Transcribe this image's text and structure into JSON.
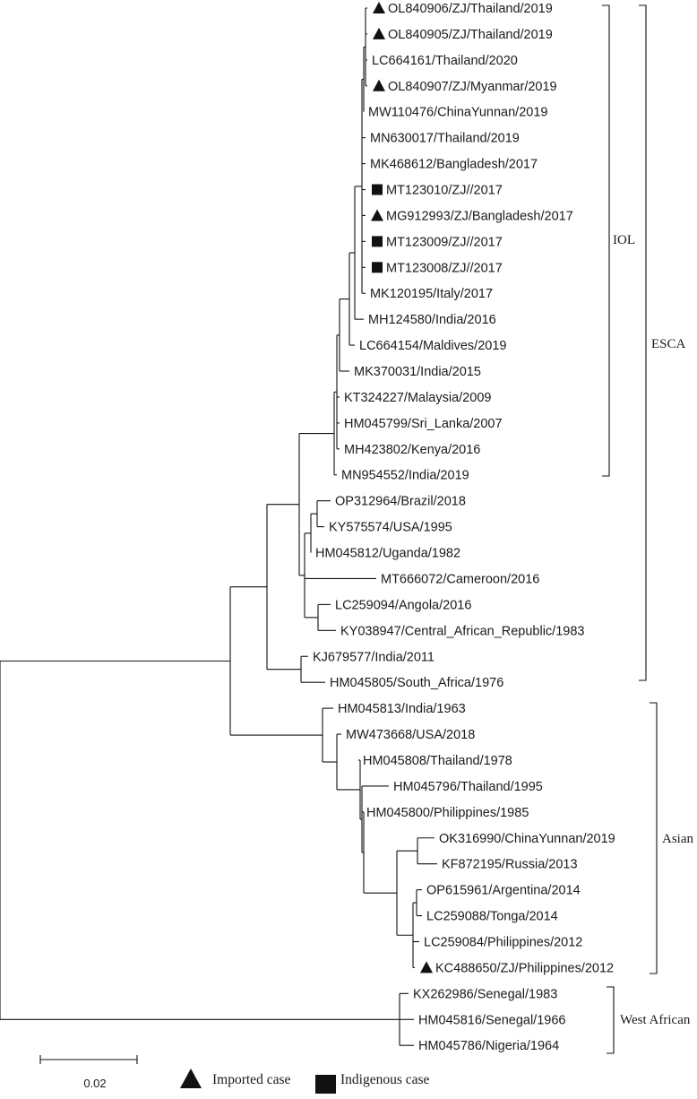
{
  "leaves": [
    {
      "label": "OL840906/ZJ/Thailand/2019",
      "marker": "triangle"
    },
    {
      "label": "OL840905/ZJ/Thailand/2019",
      "marker": "triangle"
    },
    {
      "label": "LC664161/Thailand/2020",
      "marker": ""
    },
    {
      "label": "OL840907/ZJ/Myanmar/2019",
      "marker": "triangle"
    },
    {
      "label": "MW110476/ChinaYunnan/2019",
      "marker": ""
    },
    {
      "label": "MN630017/Thailand/2019",
      "marker": ""
    },
    {
      "label": "MK468612/Bangladesh/2017",
      "marker": ""
    },
    {
      "label": "MT123010/ZJ//2017",
      "marker": "square"
    },
    {
      "label": "MG912993/ZJ/Bangladesh/2017",
      "marker": "triangle"
    },
    {
      "label": "MT123009/ZJ//2017",
      "marker": "square"
    },
    {
      "label": "MT123008/ZJ//2017",
      "marker": "square"
    },
    {
      "label": "MK120195/Italy/2017",
      "marker": ""
    },
    {
      "label": "MH124580/India/2016",
      "marker": ""
    },
    {
      "label": "LC664154/Maldives/2019",
      "marker": ""
    },
    {
      "label": "MK370031/India/2015",
      "marker": ""
    },
    {
      "label": "KT324227/Malaysia/2009",
      "marker": ""
    },
    {
      "label": "HM045799/Sri_Lanka/2007",
      "marker": ""
    },
    {
      "label": "MH423802/Kenya/2016",
      "marker": ""
    },
    {
      "label": "MN954552/India/2019",
      "marker": ""
    },
    {
      "label": "OP312964/Brazil/2018",
      "marker": ""
    },
    {
      "label": "KY575574/USA/1995",
      "marker": ""
    },
    {
      "label": "HM045812/Uganda/1982",
      "marker": ""
    },
    {
      "label": "MT666072/Cameroon/2016",
      "marker": ""
    },
    {
      "label": "LC259094/Angola/2016",
      "marker": ""
    },
    {
      "label": "KY038947/Central_African_Republic/1983",
      "marker": ""
    },
    {
      "label": "KJ679577/India/2011",
      "marker": ""
    },
    {
      "label": "HM045805/South_Africa/1976",
      "marker": ""
    },
    {
      "label": "HM045813/India/1963",
      "marker": ""
    },
    {
      "label": "MW473668/USA/2018",
      "marker": ""
    },
    {
      "label": "HM045808/Thailand/1978",
      "marker": ""
    },
    {
      "label": "HM045796/Thailand/1995",
      "marker": ""
    },
    {
      "label": "HM045800/Philippines/1985",
      "marker": ""
    },
    {
      "label": "OK316990/ChinaYunnan/2019",
      "marker": ""
    },
    {
      "label": "KF872195/Russia/2013",
      "marker": ""
    },
    {
      "label": "OP615961/Argentina/2014",
      "marker": ""
    },
    {
      "label": "LC259088/Tonga/2014",
      "marker": ""
    },
    {
      "label": "LC259084/Philippines/2012",
      "marker": ""
    },
    {
      "label": "KC488650/ZJ/Philippines/2012",
      "marker": "triangle"
    },
    {
      "label": "KX262986/Senegal/1983",
      "marker": ""
    },
    {
      "label": "HM045816/Senegal/1966",
      "marker": ""
    },
    {
      "label": "HM045786/Nigeria/1964",
      "marker": ""
    }
  ],
  "clades": {
    "iol": "IOL",
    "esca": "ESCA",
    "asian": "Asian",
    "west_african": "West African"
  },
  "scale_bar": {
    "label": "0.02"
  },
  "legend": {
    "imported": "Imported case",
    "indigenous": "Indigenous case"
  }
}
